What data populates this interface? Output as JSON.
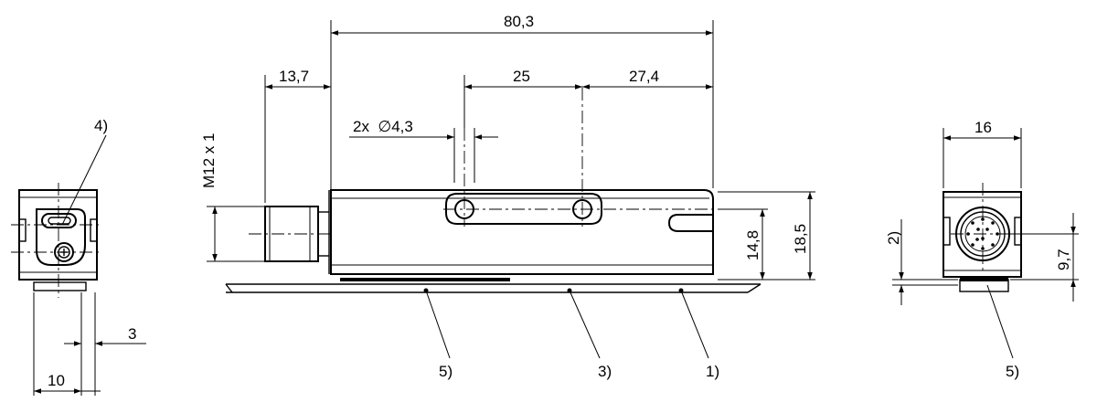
{
  "dimensions": {
    "overall_length": "80,3",
    "connector_length": "13,7",
    "hole_spacing": "25",
    "hole_to_end": "27,4",
    "holes": "2x  ∅4,3",
    "thread": "M12 x 1",
    "height_a": "14,8",
    "height_b": "18,5",
    "width": "16",
    "height_c": "9,7",
    "left_small": "3",
    "left_width": "10"
  },
  "callouts": {
    "c1": "1)",
    "c2": "2)",
    "c3": "3)",
    "c4": "4)",
    "c5_main": "5)",
    "c5_right": "5)"
  }
}
